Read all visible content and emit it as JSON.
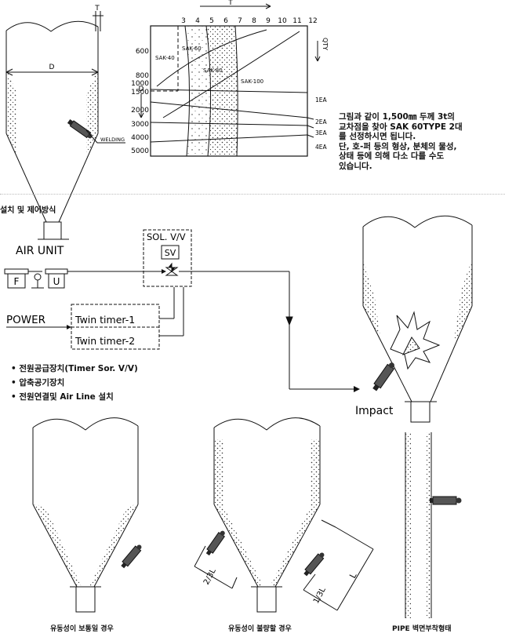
{
  "top_chart": {
    "t_label": "T",
    "x_ticks": [
      "3",
      "4",
      "5",
      "6",
      "7",
      "8",
      "9",
      "10",
      "11",
      "12"
    ],
    "y_ticks": [
      "600",
      "800",
      "1000",
      "1500",
      "2000",
      "3000",
      "4000",
      "5000"
    ],
    "d_axis_label": "D",
    "qty_label": "QTY",
    "curve_labels": [
      "SAK-40",
      "SAK-60",
      "SAK-80",
      "SAK-100"
    ],
    "ea_labels": [
      "1EA",
      "2EA",
      "3EA",
      "4EA"
    ],
    "silo_d_label": "D",
    "silo_t_label": "T",
    "welding_label": "WELDING"
  },
  "note_lines": [
    "그림과 같이 1,500㎜ 두께 3t의",
    "교차점을 찾아 SAK 60TYPE 2대",
    "를 선정하시면 됩니다.",
    "단, 호-퍼 등의 형상, 분체의 물성,",
    "상태 등에 의해 다소 다를 수도",
    "있습니다."
  ],
  "section_title": "설치 및 제어방식",
  "control": {
    "air_unit": "AIR UNIT",
    "f_label": "F",
    "u_label": "U",
    "sol_vv": "SOL. V/V",
    "sv": "SV",
    "power": "POWER",
    "timer1": "Twin timer-1",
    "timer2": "Twin timer-2",
    "impact": "Impact"
  },
  "bullets": [
    "전원공급장치(Timer Sor. V/V)",
    "압축공기장치",
    "전원연결및 Air Line 설치"
  ],
  "bottom": {
    "label_2_3l": "2/3L",
    "label_1_3l": "1/3L",
    "label_l": "L",
    "captions": [
      "유동성이 보통일 경우",
      "유동성이 불량할 경우",
      "PIPE 벽면부착형태"
    ]
  }
}
